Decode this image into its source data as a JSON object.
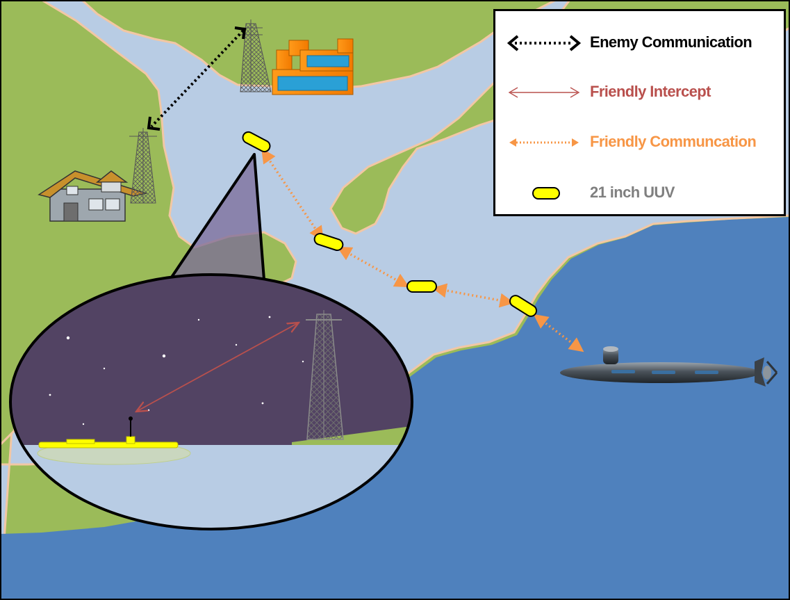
{
  "legend": {
    "items": [
      {
        "label": "Enemy Communication",
        "color": "#000000",
        "icon": "black-dotted-double-arrow"
      },
      {
        "label": "Friendly Intercept",
        "color": "#b9504d",
        "icon": "red-thin-double-arrow"
      },
      {
        "label": "Friendly Communcation",
        "color": "#f79646",
        "icon": "orange-dotted-double-arrow"
      },
      {
        "label": "21 inch UUV",
        "color": "#7f7f7f",
        "icon": "yellow-uuv-capsule"
      }
    ]
  },
  "colors": {
    "land": "#9bbb59",
    "shallow_water": "#b8cce4",
    "deep_water": "#4f81bd",
    "night_sky": "#524363",
    "uuv_yellow": "#ffff00"
  },
  "scene_icons": [
    "house-icon",
    "factory-icon",
    "radio-tower-icon",
    "submarine-icon",
    "uuv-icon",
    "magnified-inset-view"
  ]
}
